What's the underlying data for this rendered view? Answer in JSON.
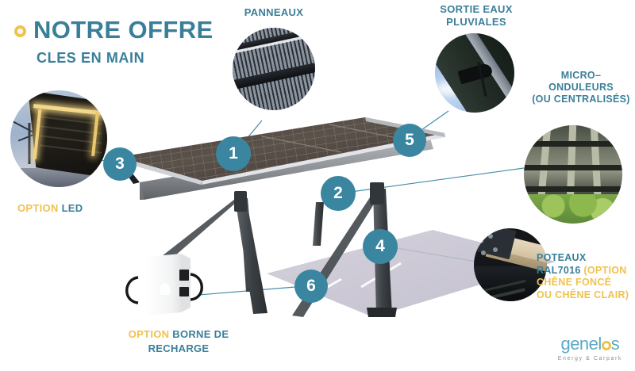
{
  "header": {
    "title": "NOTRE OFFRE",
    "subtitle": "CLES EN MAIN",
    "bullet_icon": "ring-icon"
  },
  "colors": {
    "teal": "#3a7f99",
    "badge_teal": "#3a86a0",
    "gold": "#f0c24e",
    "logo_blue": "#5aa9c4"
  },
  "callouts": [
    {
      "id": "panneaux",
      "badge": "1",
      "label": "PANNEAUX",
      "label_parts": [
        {
          "text": "PANNEAUX",
          "color": "teal"
        }
      ],
      "photo_name": "solar-panel-closeup-photo"
    },
    {
      "id": "structure",
      "badge": "2",
      "label": "",
      "label_parts": [],
      "photo_name": "micro-inverters-underside-photo"
    },
    {
      "id": "led",
      "badge": "3",
      "label": "OPTION LED",
      "label_parts": [
        {
          "text": "OPTION",
          "color": "gold"
        },
        {
          "text": "LED",
          "color": "teal"
        }
      ],
      "photo_name": "led-lighting-night-photo"
    },
    {
      "id": "poteaux",
      "badge": "4",
      "label": "POTEAUX RAL7016 (OPTION CHÊNE FONCÉ OU CHÊNE CLAIR)",
      "label_parts": [
        {
          "text": "POTEAUX",
          "color": "teal"
        },
        {
          "text": "RAL7016",
          "color": "teal"
        },
        {
          "text": "(OPTION CHÊNE FONCÉ OU CHÊNE CLAIR)",
          "color": "gold"
        }
      ],
      "photo_name": "wooden-post-bracket-photo"
    },
    {
      "id": "sortie-eaux",
      "badge": "5",
      "label": "SORTIE EAUX PLUVIALES",
      "label_parts": [
        {
          "text": "SORTIE EAUX PLUVIALES",
          "color": "teal"
        }
      ],
      "photo_name": "rainwater-outlet-photo"
    },
    {
      "id": "borne",
      "badge": "6",
      "label": "OPTION BORNE DE RECHARGE",
      "label_parts": [
        {
          "text": "OPTION",
          "color": "gold"
        },
        {
          "text": "BORNE DE RECHARGE",
          "color": "teal"
        }
      ],
      "photo_name": "ev-charging-station-illustration"
    }
  ],
  "labels": {
    "panneaux": "PANNEAUX",
    "sortie_eaux_l1": "SORTIE EAUX",
    "sortie_eaux_l2": "PLUVIALES",
    "micro_l1": "MICRO–",
    "micro_l2": "ONDULEURS",
    "micro_l3": "(OU CENTRALISÉS)",
    "option_led_opt": "OPTION",
    "option_led_led": "LED",
    "poteaux_l1": "POTEAUX",
    "poteaux_l2a": "RAL7016",
    "poteaux_l2b": "(OPTION",
    "poteaux_l3": "CHÊNE FONCÉ",
    "poteaux_l4": "OU CHÊNE CLAIR)",
    "borne_opt": "OPTION",
    "borne_rest": "BORNE DE",
    "borne_l2": "RECHARGE"
  },
  "badges": {
    "n1": "1",
    "n2": "2",
    "n3": "3",
    "n4": "4",
    "n5": "5",
    "n6": "6"
  },
  "logo": {
    "name_a": "genel",
    "name_o": "o",
    "name_b": "s",
    "tagline": "Energy & Carpark"
  }
}
